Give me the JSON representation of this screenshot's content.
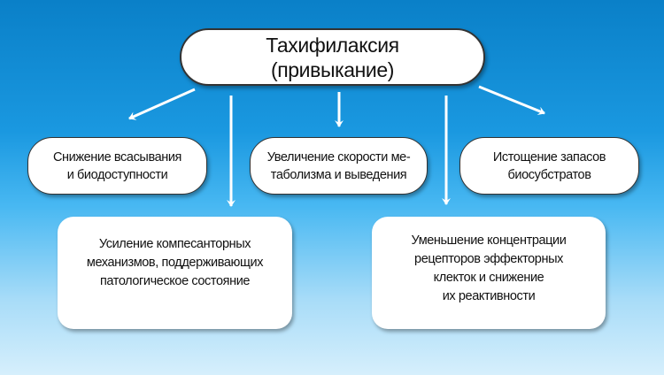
{
  "root": {
    "lines": [
      "Тахифилаксия",
      "(привыкание)"
    ]
  },
  "causes": [
    {
      "lines": [
        "Снижение всасывания",
        "и биодоступности"
      ]
    },
    {
      "lines": [
        "Увеличение скорости ме-",
        "таболизма и выведения"
      ]
    },
    {
      "lines": [
        "Истощение запасов",
        "биосубстратов"
      ]
    },
    {
      "lines": [
        "Усиление компесанторных",
        "механизмов, поддерживающих",
        "патологическое состояние"
      ]
    },
    {
      "lines": [
        "Уменьшение концентрации",
        "рецепторов эффекторных",
        "клекток и снижение",
        "их реактивности"
      ]
    }
  ],
  "colors": {
    "arrow": "#ffffff",
    "box": "#ffffff",
    "bg_top": "#0a80c8",
    "bg_bottom": "#d6effc"
  }
}
